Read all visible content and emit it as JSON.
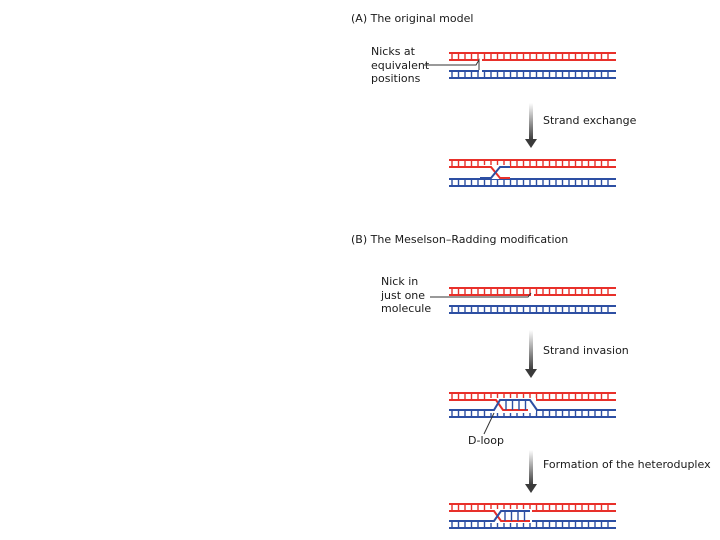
{
  "colors": {
    "red_strand": "#e8302a",
    "blue_strand": "#2d4fa3",
    "arrow": "#555555",
    "leader": "#333333"
  },
  "panel_a": {
    "title": "(A) The original model",
    "label_nicks": [
      "Nicks at",
      "equivalent",
      "positions"
    ],
    "step": "Strand exchange"
  },
  "panel_b": {
    "title": "(B) The Meselson–Radding modification",
    "label_nick": [
      "Nick in",
      "just one",
      "molecule"
    ],
    "step_invasion": "Strand invasion",
    "label_dloop": "D-loop",
    "step_heteroduplex": "Formation of the heteroduplex"
  }
}
